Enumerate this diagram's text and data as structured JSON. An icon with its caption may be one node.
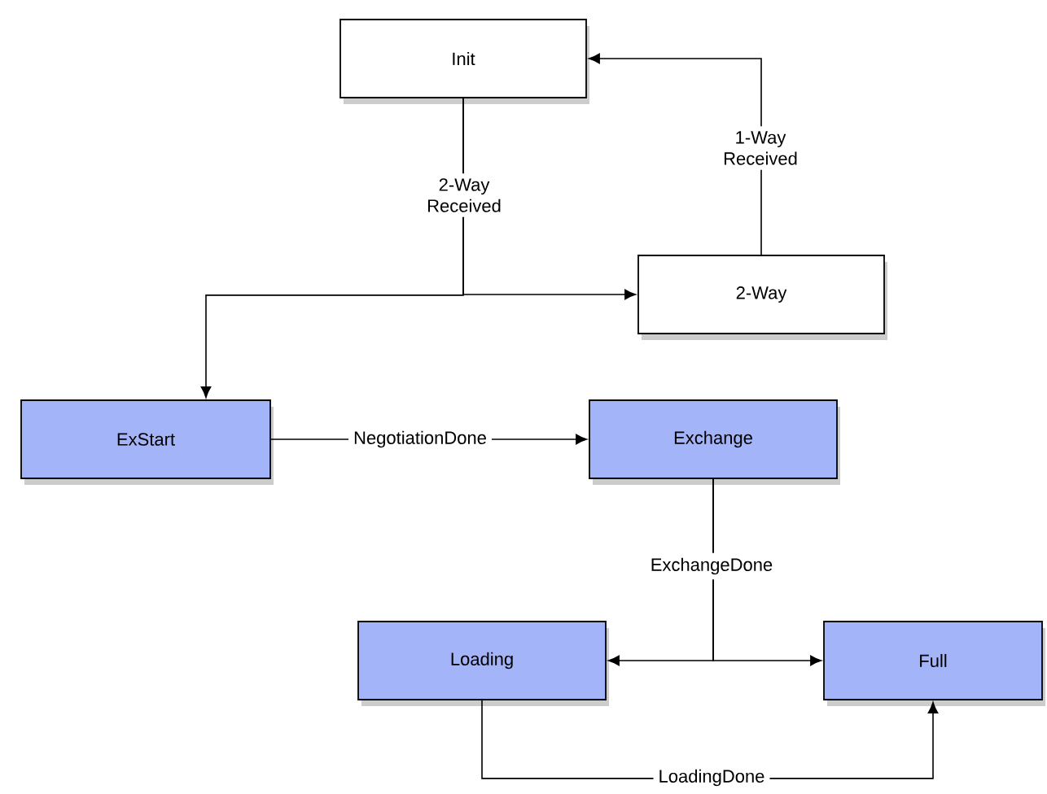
{
  "diagram": {
    "nodes": [
      {
        "text": [
          "Init"
        ]
      },
      {
        "text": [
          "2-Way"
        ]
      },
      {
        "text": [
          "ExStart"
        ]
      },
      {
        "text": [
          "Exchange"
        ]
      },
      {
        "text": [
          "Loading"
        ]
      },
      {
        "text": [
          "Full"
        ]
      }
    ],
    "edges": [
      {
        "from": 0,
        "to": 1,
        "arrow": "to",
        "label": "2-Way Received"
      },
      {
        "from": 0,
        "to": 2,
        "arrow": "to"
      },
      {
        "from": 1,
        "to": 0,
        "arrow": "to",
        "label": "1-Way Received"
      },
      {
        "from": 2,
        "to": 3,
        "arrow": "to",
        "label": "NegotiationDone"
      },
      {
        "from": 3,
        "to": 4,
        "arrow": "to",
        "label": "ExchangeDone"
      },
      {
        "from": 3,
        "to": 5,
        "arrow": "to"
      },
      {
        "from": 4,
        "to": 5,
        "arrow": "to",
        "label": "LoadingDone"
      }
    ]
  }
}
